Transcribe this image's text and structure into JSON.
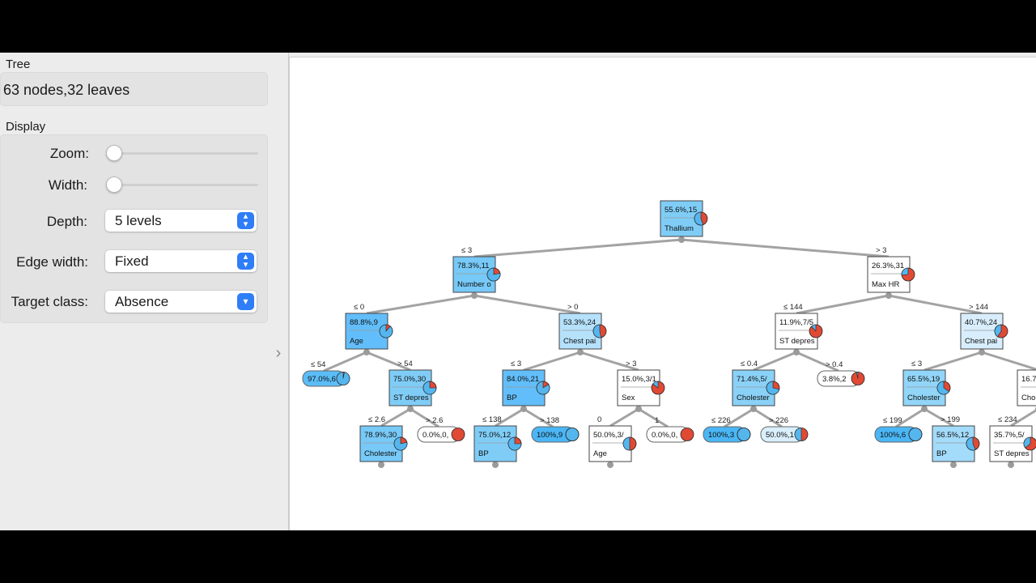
{
  "tree_section": {
    "title": "Tree",
    "info": "63 nodes,32 leaves"
  },
  "display_section": {
    "title": "Display",
    "zoom_label": "Zoom:",
    "width_label": "Width:",
    "depth_label": "Depth:",
    "depth_value": "5 levels",
    "edge_width_label": "Edge width:",
    "edge_width_value": "Fixed",
    "target_class_label": "Target class:",
    "target_class_value": "Absence"
  },
  "colors": {
    "absence": "#55b6ee",
    "presence": "#e04a35",
    "edge": "#a3a3a3",
    "accent": "#2f7df7"
  },
  "tree": {
    "nodes": [
      {
        "id": "root",
        "stat": "55.6%,15",
        "label": "Thallium"
      },
      {
        "id": "L",
        "stat": "78.3%,11",
        "label": "Number o",
        "edge": "≤ 3"
      },
      {
        "id": "R",
        "stat": "26.3%,31",
        "label": "Max HR",
        "edge": "> 3"
      },
      {
        "id": "LL",
        "stat": "88.8%,9",
        "label": "Age",
        "edge": "≤ 0"
      },
      {
        "id": "LR",
        "stat": "53.3%,24",
        "label": "Chest pai",
        "edge": "> 0"
      },
      {
        "id": "RL",
        "stat": "11.9%,7/5",
        "label": "ST depres",
        "edge": "≤ 144"
      },
      {
        "id": "RR",
        "stat": "40.7%,24",
        "label": "Chest pai",
        "edge": "> 144"
      },
      {
        "id": "LLL",
        "stat": "97.0%,6",
        "label": "",
        "edge": "≤ 54"
      },
      {
        "id": "LLR",
        "stat": "75.0%,30",
        "label": "ST depres",
        "edge": "> 54"
      },
      {
        "id": "LRL",
        "stat": "84.0%,21",
        "label": "BP",
        "edge": "≤ 3"
      },
      {
        "id": "LRR",
        "stat": "15.0%,3/1",
        "label": "Sex",
        "edge": "> 3"
      },
      {
        "id": "RLL",
        "stat": "71.4%,5/",
        "label": "Cholester",
        "edge": "≤ 0.4"
      },
      {
        "id": "RLR",
        "stat": "3.8%,2",
        "label": "",
        "edge": "> 0.4"
      },
      {
        "id": "RRL",
        "stat": "65.5%,19",
        "label": "Cholester",
        "edge": "≤ 3"
      },
      {
        "id": "RRR",
        "stat": "16.7",
        "label": "Cho",
        "edge": ""
      },
      {
        "id": "LLRL",
        "stat": "78.9%,30",
        "label": "Cholester",
        "edge": "≤ 2.6"
      },
      {
        "id": "LLRR",
        "stat": "0.0%,0,",
        "label": "",
        "edge": "> 2.6"
      },
      {
        "id": "LRLL",
        "stat": "75.0%,12",
        "label": "BP",
        "edge": "≤ 138"
      },
      {
        "id": "LRLR",
        "stat": "100%,9",
        "label": "",
        "edge": "> 138"
      },
      {
        "id": "LRRL",
        "stat": "50.0%,3/",
        "label": "Age",
        "edge": "0"
      },
      {
        "id": "LRRR",
        "stat": "0.0%,0,",
        "label": "",
        "edge": "1"
      },
      {
        "id": "RLLL",
        "stat": "100%,3",
        "label": "",
        "edge": "≤ 226"
      },
      {
        "id": "RLLR",
        "stat": "50.0%,1",
        "label": "",
        "edge": "> 226"
      },
      {
        "id": "RRLL",
        "stat": "100%,6",
        "label": "",
        "edge": "≤ 199"
      },
      {
        "id": "RRLR",
        "stat": "56.5%,12",
        "label": "BP",
        "edge": "> 199"
      },
      {
        "id": "RRRL",
        "stat": "35.7%,5/",
        "label": "ST depres",
        "edge": "≤ 234"
      }
    ]
  }
}
